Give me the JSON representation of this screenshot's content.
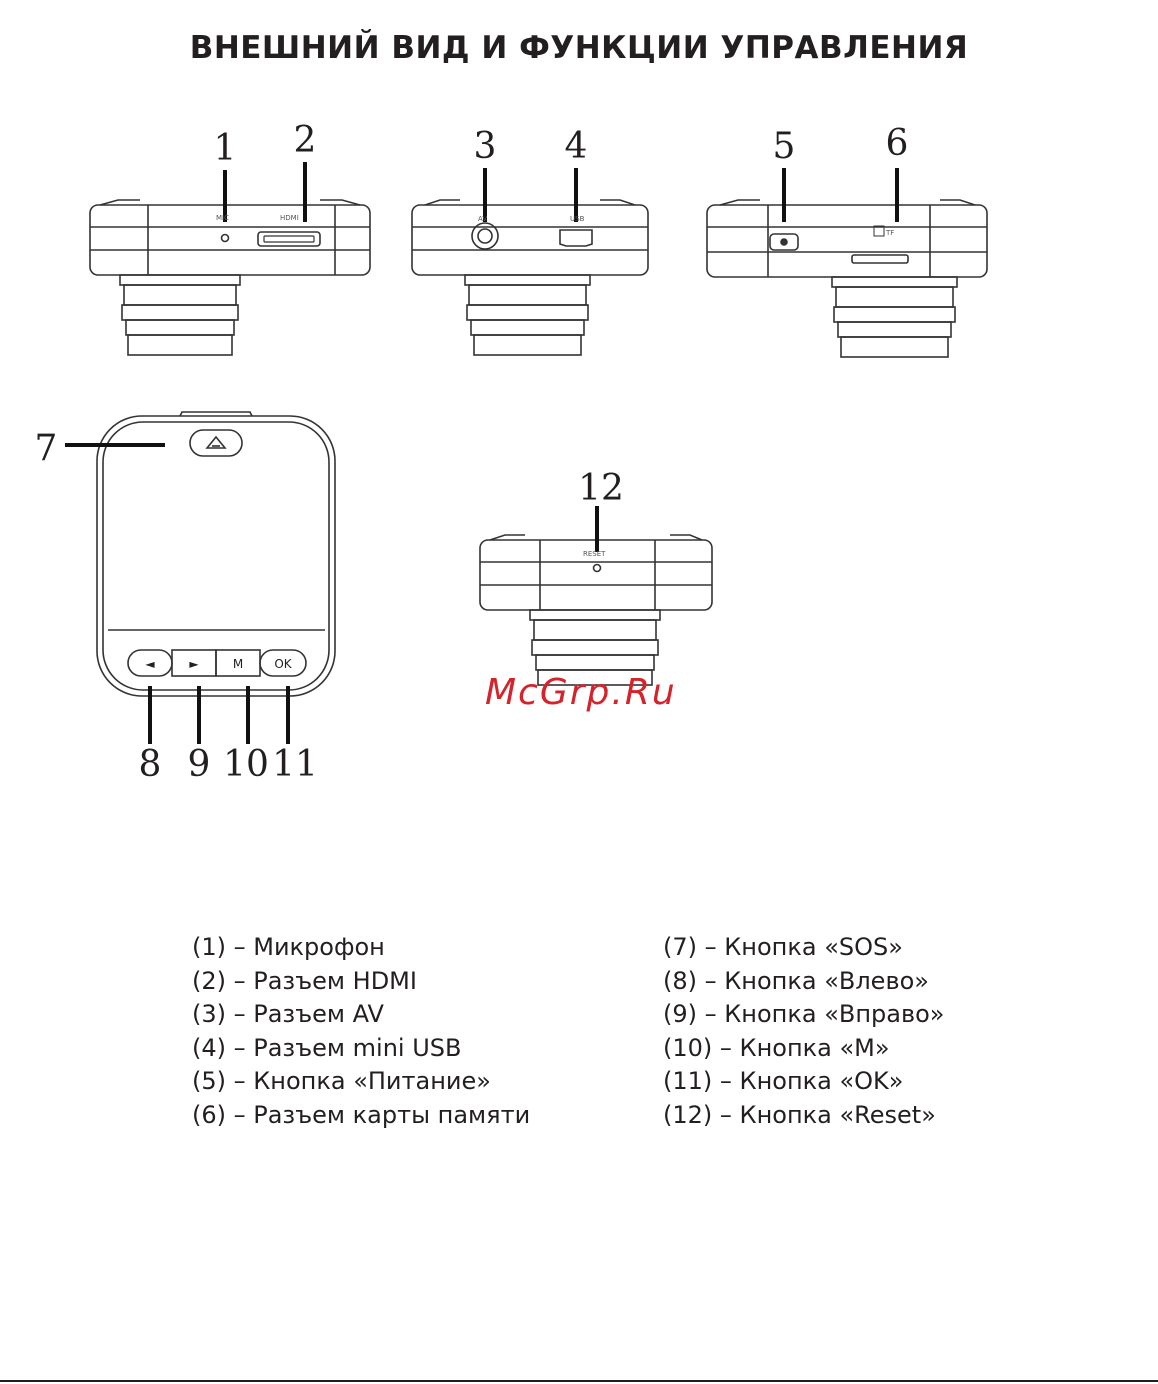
{
  "title": "ВНЕШНИЙ ВИД И ФУНКЦИИ УПРАВЛЕНИЯ",
  "callouts": [
    "1",
    "2",
    "3",
    "4",
    "5",
    "6",
    "7",
    "8",
    "9",
    "10",
    "11",
    "12"
  ],
  "device_labels": {
    "mic": "MIC",
    "hdmi": "HDMI",
    "av": "AV",
    "usb": "USB",
    "card": "TF",
    "reset": "RESET"
  },
  "buttons": {
    "left": "◄",
    "right": "►",
    "menu": "M",
    "ok": "OK",
    "sos": "△"
  },
  "watermark": "McGrp.Ru",
  "legend": {
    "left": [
      "(1) – Микрофон",
      "(2) – Разъем HDMI",
      "(3) – Разъем AV",
      "(4) – Разъем mini USB",
      "(5) – Кнопка «Питание»",
      "(6) – Разъем карты памяти"
    ],
    "right": [
      "(7) – Кнопка «SOS»",
      "(8) – Кнопка «Влево»",
      "(9) – Кнопка «Вправо»",
      "(10) – Кнопка «M»",
      "(11) – Кнопка «OK»",
      "(12) – Кнопка «Reset»"
    ]
  }
}
